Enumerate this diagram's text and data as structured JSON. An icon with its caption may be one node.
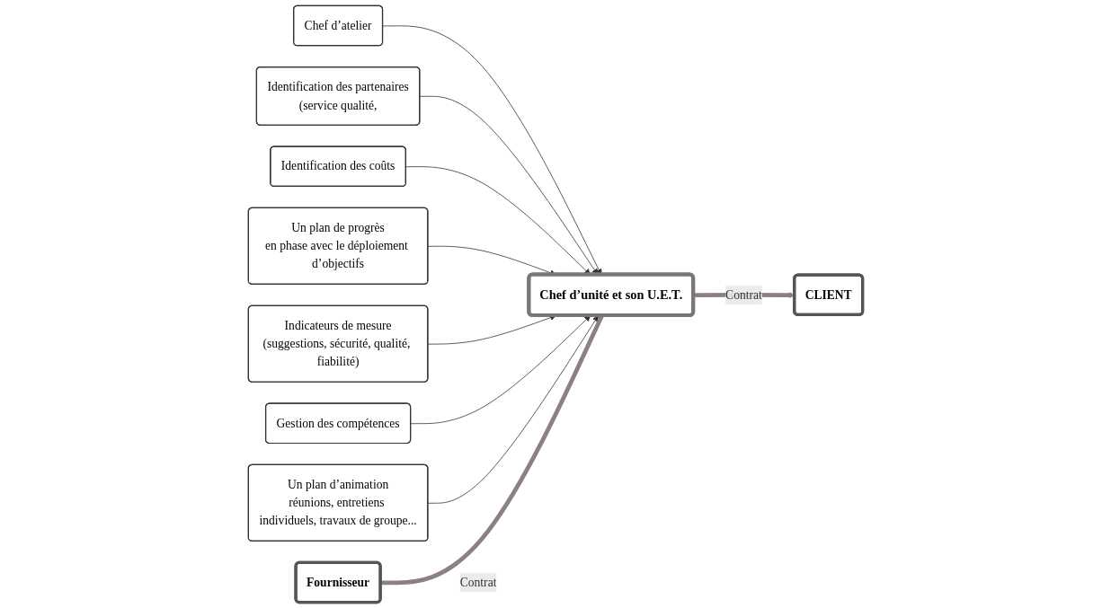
{
  "diagram": {
    "nodes": [
      {
        "text": [
          "CLIENT"
        ]
      },
      {
        "text": [
          "Chef d’atelier"
        ]
      },
      {
        "text": [
          "Identification des partenaires",
          "(service qualité,"
        ]
      },
      {
        "text": [
          "Identification des coûts"
        ]
      },
      {
        "text": [
          "Un plan de progrès",
          "en phase avec le déploiement d’objectifs"
        ]
      },
      {
        "text": [
          "Chef d’unité et son U.E.T."
        ]
      },
      {
        "text": [
          "Indicateurs de mesure",
          "(suggestions, sécurité, qualité, fiabilité)"
        ]
      },
      {
        "text": [
          "Gestion des compétences"
        ]
      },
      {
        "text": [
          "Un plan d’animation",
          "réunions, entretiens individuels, travaux de groupe..."
        ]
      },
      {
        "text": [
          "Fournisseur"
        ]
      }
    ],
    "edges": [
      {
        "from": 1,
        "to": 5,
        "arrow": "to"
      },
      {
        "from": 2,
        "to": 5,
        "arrow": "to"
      },
      {
        "from": 3,
        "to": 5,
        "arrow": "to"
      },
      {
        "from": 4,
        "to": 5,
        "arrow": "to"
      },
      {
        "from": 5,
        "to": 0,
        "arrow": "to",
        "label": "Contrat",
        "style": "thick",
        "color": "#8c8080"
      },
      {
        "from": 6,
        "to": 5,
        "arrow": "to"
      },
      {
        "from": 7,
        "to": 5,
        "arrow": "to"
      },
      {
        "from": 8,
        "to": 5,
        "arrow": "to"
      },
      {
        "from": 9,
        "to": 5,
        "arrow": "none",
        "label": "Contrat",
        "style": "thick",
        "color": "#8c8080"
      }
    ]
  }
}
